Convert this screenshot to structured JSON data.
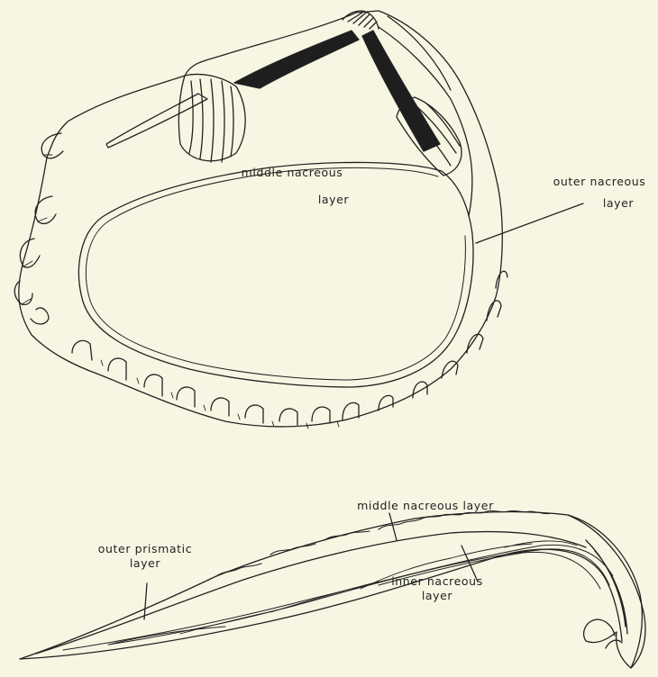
{
  "background": "#f7f6e3",
  "ink": "#222222",
  "top_shell": {
    "label_middle_line1": "middle nacreous",
    "label_middle_line2": "layer",
    "label_outer_line1": "outer nacreous",
    "label_outer_line2": "layer"
  },
  "cross_section": {
    "label_prismatic_line1": "outer prismatic",
    "label_prismatic_line2": "layer",
    "label_middle": "middle nacreous layer",
    "label_inner_line1": "inner nacreous",
    "label_inner_line2": "layer"
  }
}
